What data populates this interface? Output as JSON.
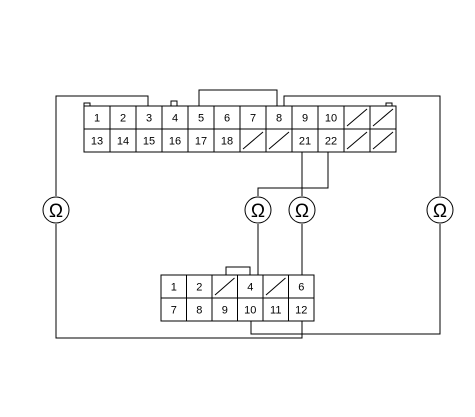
{
  "upper_connector": {
    "row1": [
      "1",
      "2",
      "3",
      "4",
      "5",
      "6",
      "7",
      "8",
      "9",
      "10",
      "",
      ""
    ],
    "row2": [
      "13",
      "14",
      "15",
      "16",
      "17",
      "18",
      "",
      "",
      "21",
      "22",
      "",
      ""
    ]
  },
  "lower_connector": {
    "row1": [
      "1",
      "2",
      "",
      "4",
      "",
      "6"
    ],
    "row2": [
      "7",
      "8",
      "9",
      "10",
      "11",
      "12"
    ]
  },
  "meters": [
    {
      "symbol": "Ω"
    },
    {
      "symbol": "Ω"
    },
    {
      "symbol": "Ω"
    },
    {
      "symbol": "Ω"
    }
  ]
}
